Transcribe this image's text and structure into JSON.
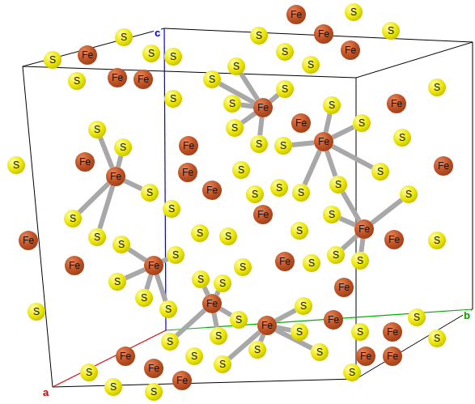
{
  "diagram": {
    "nodes": [
      {
        "text": [
          "Fe"
        ]
      },
      {
        "text": [
          "S"
        ]
      },
      {
        "text": [
          "S"
        ]
      },
      {
        "text": [
          "S"
        ]
      },
      {
        "text": [
          "Fe"
        ]
      },
      {
        "text": [
          "S"
        ]
      },
      {
        "text": [
          "S"
        ]
      },
      {
        "text": [
          "Fe"
        ]
      },
      {
        "text": [
          "S"
        ]
      },
      {
        "text": [
          "S"
        ]
      },
      {
        "text": [
          "S"
        ]
      },
      {
        "text": [
          "Fe"
        ]
      },
      {
        "text": [
          "S"
        ]
      },
      {
        "text": [
          "Fe"
        ]
      },
      {
        "text": [
          "Fe"
        ]
      },
      {
        "text": [
          "S"
        ]
      },
      {
        "text": [
          "S"
        ]
      },
      {
        "text": [
          "S"
        ]
      },
      {
        "text": [
          "S"
        ]
      },
      {
        "text": [
          "Fe"
        ]
      },
      {
        "text": [
          "S"
        ]
      },
      {
        "text": [
          "S"
        ]
      },
      {
        "text": [
          "S"
        ]
      },
      {
        "text": [
          "Fe"
        ]
      },
      {
        "text": [
          "S"
        ]
      },
      {
        "text": [
          "S"
        ]
      },
      {
        "text": [
          "S"
        ]
      },
      {
        "text": [
          "S"
        ]
      },
      {
        "text": [
          "Fe"
        ]
      },
      {
        "text": [
          "S"
        ]
      },
      {
        "text": [
          "S"
        ]
      },
      {
        "text": [
          "S"
        ]
      },
      {
        "text": [
          "Fe"
        ]
      },
      {
        "text": [
          "Fe"
        ]
      },
      {
        "text": [
          "S"
        ]
      },
      {
        "text": [
          "S"
        ]
      },
      {
        "text": [
          "Fe"
        ]
      },
      {
        "text": [
          "Fe"
        ]
      },
      {
        "text": [
          "S"
        ]
      },
      {
        "text": [
          "Fe"
        ]
      },
      {
        "text": [
          "Fe"
        ]
      },
      {
        "text": [
          "S"
        ]
      },
      {
        "text": [
          "S"
        ]
      },
      {
        "text": [
          "S"
        ]
      },
      {
        "text": [
          "S"
        ]
      },
      {
        "text": [
          "S"
        ]
      },
      {
        "text": [
          "S"
        ]
      },
      {
        "text": [
          "Fe"
        ]
      },
      {
        "text": [
          "S"
        ]
      },
      {
        "text": [
          "S"
        ]
      },
      {
        "text": [
          "Fe"
        ]
      },
      {
        "text": [
          "S"
        ]
      },
      {
        "text": [
          "S"
        ]
      },
      {
        "text": [
          "Fe"
        ]
      },
      {
        "text": [
          "S"
        ]
      },
      {
        "text": [
          "S"
        ]
      },
      {
        "text": [
          "S"
        ]
      },
      {
        "text": [
          "S"
        ]
      },
      {
        "text": [
          "S"
        ]
      },
      {
        "text": [
          "Fe"
        ]
      },
      {
        "text": [
          "Fe"
        ]
      },
      {
        "text": [
          "S"
        ]
      },
      {
        "text": [
          "Fe"
        ]
      },
      {
        "text": [
          "S"
        ]
      },
      {
        "text": [
          "Fe"
        ]
      },
      {
        "text": [
          "Fe"
        ]
      },
      {
        "text": [
          "S"
        ]
      },
      {
        "text": [
          "S"
        ]
      },
      {
        "text": [
          "S"
        ]
      },
      {
        "text": [
          "S"
        ]
      },
      {
        "text": [
          "S"
        ]
      },
      {
        "text": [
          "S"
        ]
      },
      {
        "text": [
          "S"
        ]
      },
      {
        "text": [
          "S"
        ]
      },
      {
        "text": [
          "Fe"
        ]
      },
      {
        "text": [
          "S"
        ]
      },
      {
        "text": [
          "S"
        ]
      },
      {
        "text": [
          "Fe"
        ]
      },
      {
        "text": [
          "S"
        ]
      },
      {
        "text": [
          "Fe"
        ]
      },
      {
        "text": [
          "S"
        ]
      },
      {
        "text": [
          "S"
        ]
      },
      {
        "text": [
          "S"
        ]
      },
      {
        "text": [
          "S"
        ]
      },
      {
        "text": [
          "S"
        ]
      },
      {
        "text": [
          "Fe"
        ]
      },
      {
        "text": [
          "S"
        ]
      },
      {
        "text": [
          "Fe"
        ]
      },
      {
        "text": [
          "S"
        ]
      },
      {
        "text": [
          "S"
        ]
      },
      {
        "text": [
          "S"
        ]
      },
      {
        "text": [
          "Fe"
        ]
      },
      {
        "text": [
          "Fe"
        ]
      },
      {
        "text": [
          "S"
        ]
      },
      {
        "text": [
          "S"
        ]
      },
      {
        "text": [
          "S"
        ]
      },
      {
        "text": [
          "Fe"
        ]
      },
      {
        "text": [
          "Fe"
        ]
      },
      {
        "text": [
          "Fe"
        ]
      },
      {
        "text": [
          "S"
        ]
      },
      {
        "text": [
          "S"
        ]
      },
      {
        "text": [
          "S"
        ]
      }
    ],
    "edges": [
      {
        "from": 23,
        "to": 15,
        "arrow": "none"
      },
      {
        "from": 23,
        "to": 21,
        "arrow": "none"
      },
      {
        "from": 23,
        "to": 22,
        "arrow": "none"
      },
      {
        "from": 23,
        "to": 29,
        "arrow": "none"
      },
      {
        "from": 23,
        "to": 30,
        "arrow": "none"
      },
      {
        "from": 23,
        "to": 16,
        "arrow": "none"
      },
      {
        "from": 33,
        "to": 24,
        "arrow": "none"
      },
      {
        "from": 33,
        "to": 25,
        "arrow": "none"
      },
      {
        "from": 33,
        "to": 31,
        "arrow": "none"
      },
      {
        "from": 33,
        "to": 44,
        "arrow": "none"
      },
      {
        "from": 33,
        "to": 45,
        "arrow": "none"
      },
      {
        "from": 33,
        "to": 46,
        "arrow": "none"
      },
      {
        "from": 37,
        "to": 26,
        "arrow": "none"
      },
      {
        "from": 37,
        "to": 27,
        "arrow": "none"
      },
      {
        "from": 37,
        "to": 38,
        "arrow": "none"
      },
      {
        "from": 37,
        "to": 51,
        "arrow": "none"
      },
      {
        "from": 37,
        "to": 54,
        "arrow": "none"
      },
      {
        "from": 64,
        "to": 55,
        "arrow": "none"
      },
      {
        "from": 64,
        "to": 63,
        "arrow": "none"
      },
      {
        "from": 64,
        "to": 73,
        "arrow": "none"
      },
      {
        "from": 64,
        "to": 75,
        "arrow": "none"
      },
      {
        "from": 64,
        "to": 70,
        "arrow": "none"
      },
      {
        "from": 74,
        "to": 71,
        "arrow": "none"
      },
      {
        "from": 74,
        "to": 72,
        "arrow": "none"
      },
      {
        "from": 74,
        "to": 82,
        "arrow": "none"
      },
      {
        "from": 74,
        "to": 83,
        "arrow": "none"
      },
      {
        "from": 74,
        "to": 80,
        "arrow": "none"
      },
      {
        "from": 79,
        "to": 78,
        "arrow": "none"
      },
      {
        "from": 79,
        "to": 84,
        "arrow": "none"
      },
      {
        "from": 79,
        "to": 89,
        "arrow": "none"
      },
      {
        "from": 79,
        "to": 94,
        "arrow": "none"
      },
      {
        "from": 79,
        "to": 90,
        "arrow": "none"
      },
      {
        "from": 59,
        "to": 52,
        "arrow": "none"
      },
      {
        "from": 59,
        "to": 67,
        "arrow": "none"
      },
      {
        "from": 59,
        "to": 68,
        "arrow": "none"
      },
      {
        "from": 59,
        "to": 49,
        "arrow": "none"
      },
      {
        "from": 59,
        "to": 45,
        "arrow": "none"
      }
    ],
    "labels": [
      "a",
      "c",
      "b"
    ]
  }
}
